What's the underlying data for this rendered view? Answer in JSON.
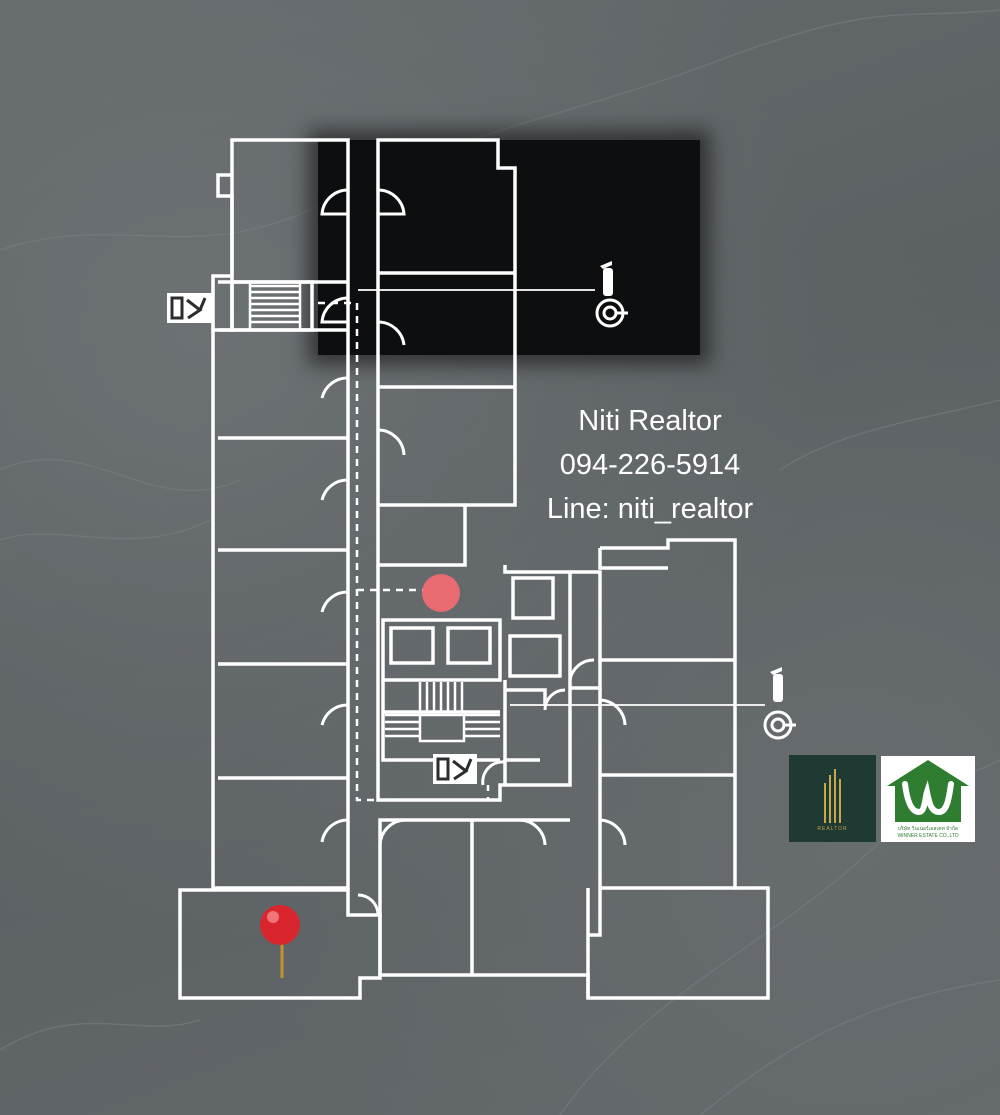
{
  "contact": {
    "name": "Niti Realtor",
    "phone": "094-226-5914",
    "line": "Line: niti_realtor"
  },
  "logos": {
    "niti": {
      "wordmark": "REALTOR",
      "background": "#1e3a33",
      "accent": "#c8a64e"
    },
    "winner": {
      "company_thai": "บริษัท วินเนอร์เอสเตท จำกัด",
      "company_en": "WINNER ESTATE CO.,LTD",
      "color": "#2f7d31"
    }
  },
  "icons": [
    "fire-extinguisher-icon",
    "fire-hose-icon",
    "emergency-exit-icon",
    "location-pin-icon",
    "you-are-here-dot-icon"
  ],
  "colors": {
    "background": "#5f6467",
    "plan_lines": "#ffffff",
    "marker": "#e86b72",
    "pin": "#d9262e"
  }
}
